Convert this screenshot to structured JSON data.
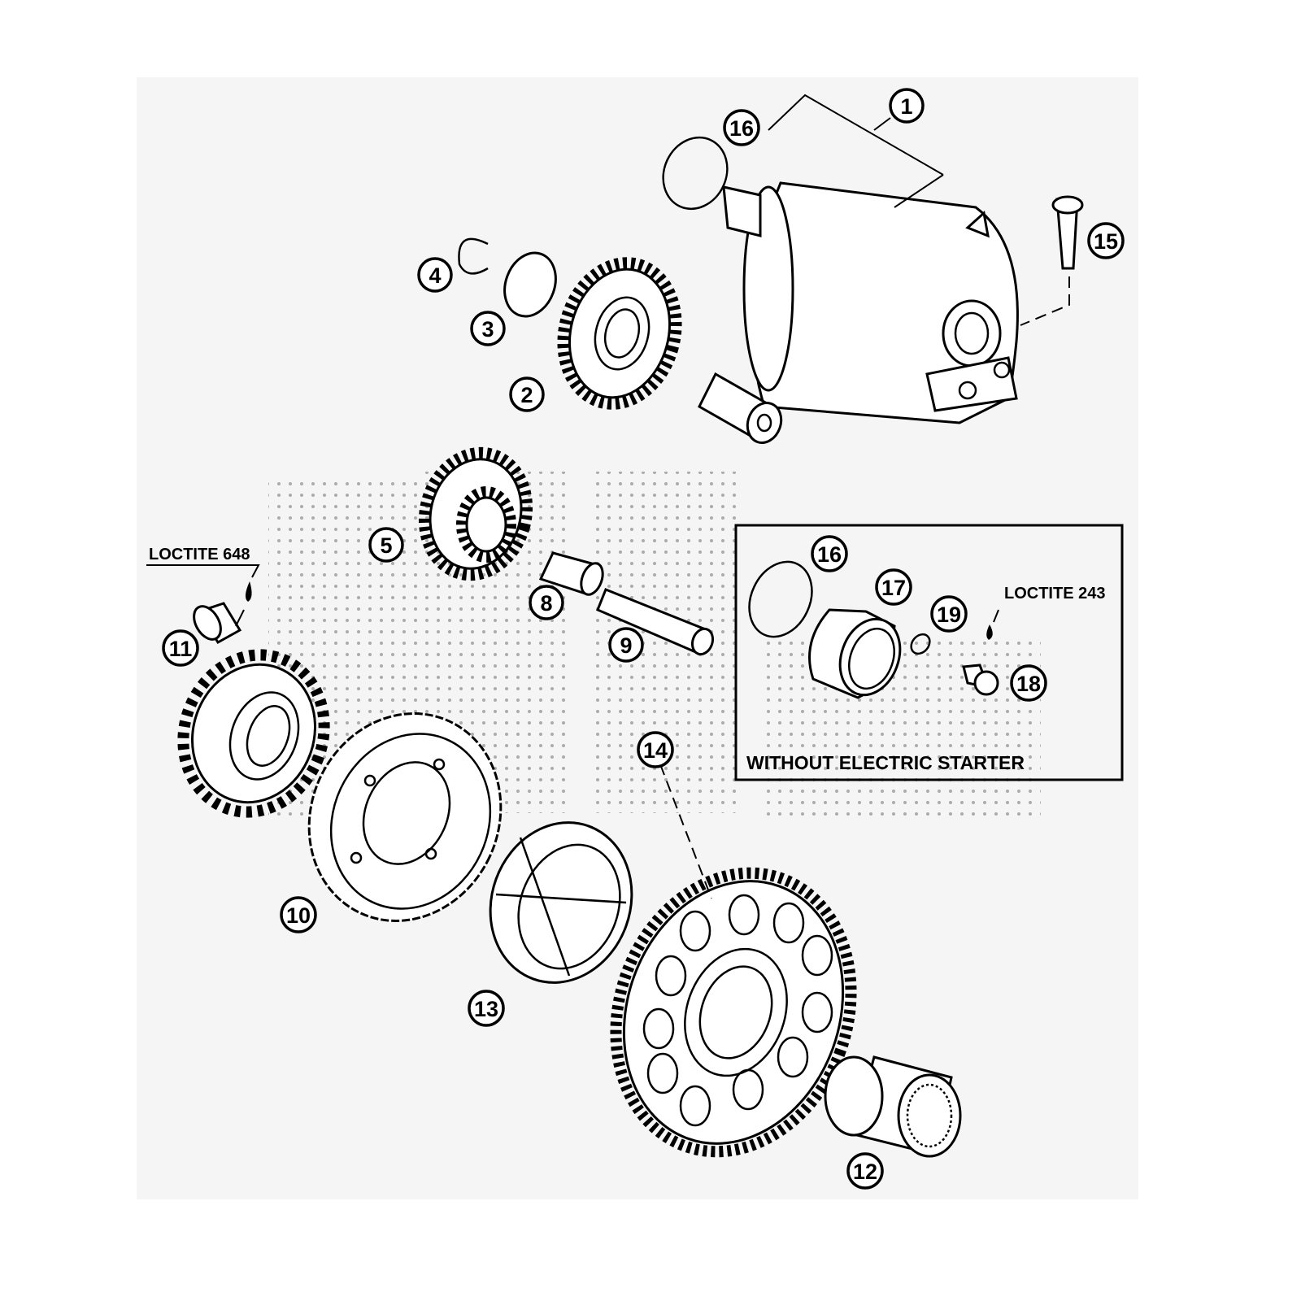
{
  "diagram": {
    "callouts": [
      "1",
      "2",
      "3",
      "4",
      "5",
      "8",
      "9",
      "10",
      "11",
      "12",
      "13",
      "14",
      "15",
      "16"
    ],
    "inset": {
      "caption": "WITHOUT ELECTRIC STARTER",
      "callouts": [
        "16",
        "17",
        "18",
        "19"
      ],
      "loctite": "LOCTITE 243"
    },
    "loctite_main": "LOCTITE 648"
  }
}
